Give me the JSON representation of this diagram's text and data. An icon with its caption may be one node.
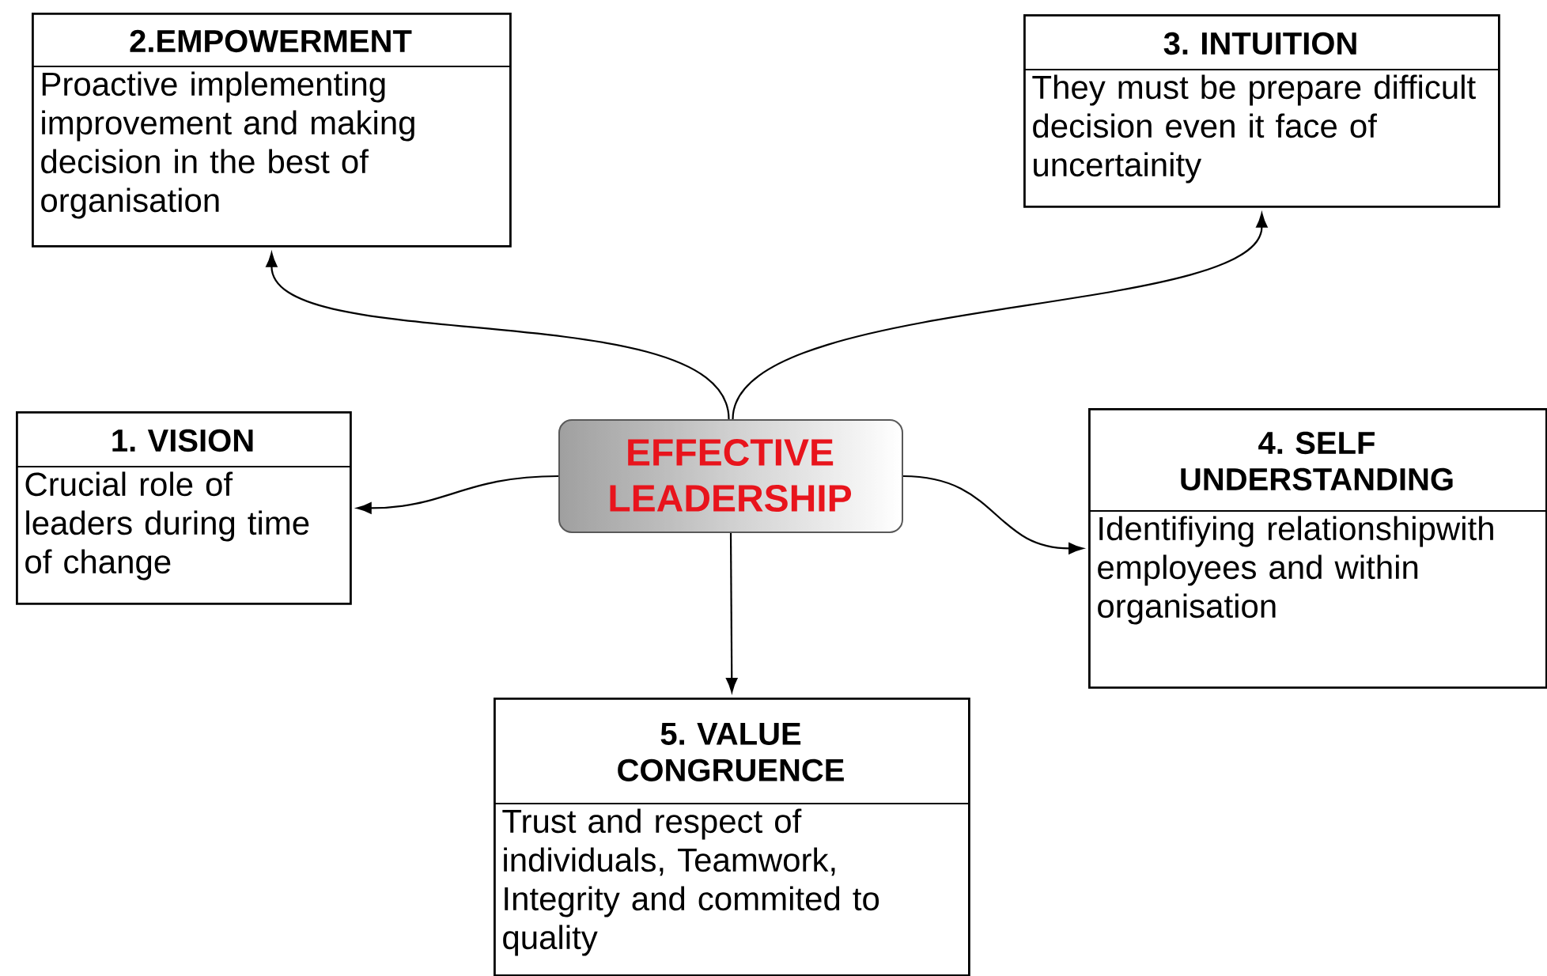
{
  "diagram": {
    "nodes": [
      {
        "text": [
          "2.EMPOWERMENT",
          "Proactive implementing improvement and making decision in the best of organisation"
        ]
      },
      {
        "text": [
          "3. INTUITION",
          "They must be prepare difficult decision even it face of uncertainity"
        ]
      },
      {
        "text": [
          "1. VISION",
          "Crucial role of leaders during time of change"
        ]
      },
      {
        "text": [
          "EFFECTIVE LEADERSHIP"
        ]
      },
      {
        "text": [
          "4. SELF UNDERSTANDING",
          "Identifiying relationshipwith employees and within organisation"
        ]
      },
      {
        "text": [
          "5. VALUE CONGRUENCE",
          "Trust and respect of individuals, Teamwork, Integrity and commited to quality"
        ]
      }
    ],
    "edges": [
      {
        "from": 3,
        "to": 0,
        "arrow": "to"
      },
      {
        "from": 3,
        "to": 1,
        "arrow": "to"
      },
      {
        "from": 3,
        "to": 2,
        "arrow": "to"
      },
      {
        "from": 3,
        "to": 4,
        "arrow": "to"
      },
      {
        "from": 3,
        "to": 5,
        "arrow": "to"
      }
    ]
  }
}
